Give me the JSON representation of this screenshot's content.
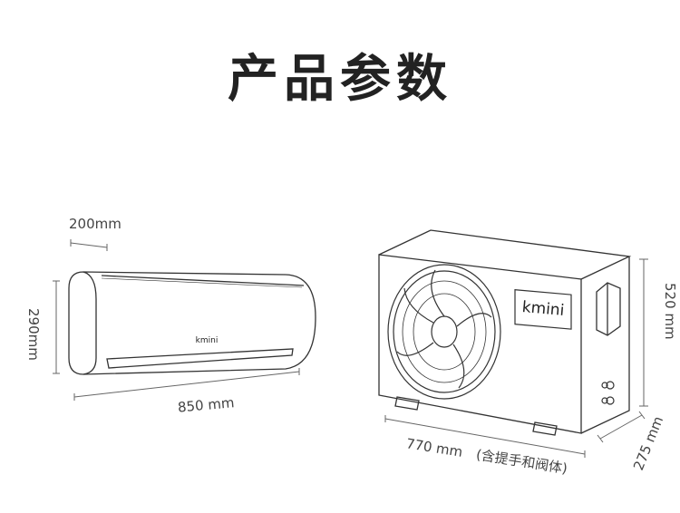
{
  "title": "产品参数",
  "indoor_unit": {
    "brand": "kmini",
    "dimensions": {
      "depth": "200mm",
      "height": "290mm",
      "width": "850 mm"
    }
  },
  "outdoor_unit": {
    "brand": "kmini",
    "dimensions": {
      "height": "520 mm",
      "width": "770 mm",
      "width_note": "(含提手和阀体)",
      "depth": "275 mm"
    }
  },
  "colors": {
    "line": "#333333",
    "dimension_line": "#666666",
    "text": "#444444"
  }
}
